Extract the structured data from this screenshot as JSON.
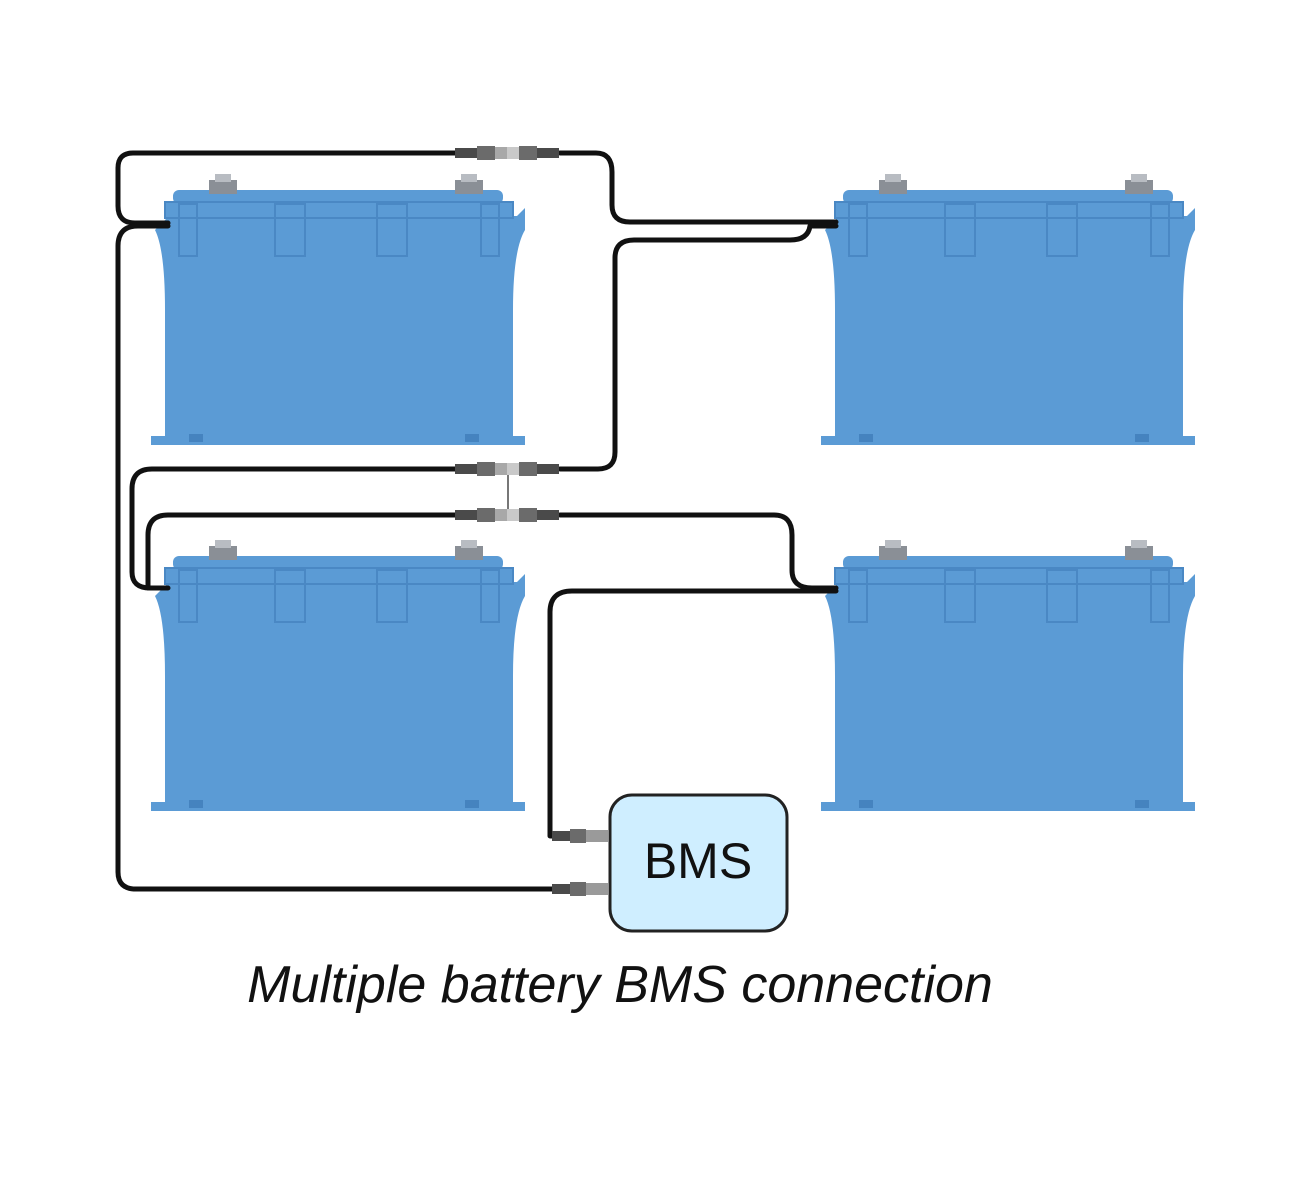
{
  "diagram": {
    "bms_label": "BMS",
    "caption": "Multiple battery BMS connection"
  },
  "colors": {
    "battery_body": "#5b9bd5",
    "battery_edge": "#4a88c4",
    "battery_dark": "#4583bf",
    "cable": "#111111",
    "bms_fill": "#cfeeff",
    "bms_stroke": "#222222"
  },
  "batteries": [
    {
      "name": "battery-top-left"
    },
    {
      "name": "battery-top-right"
    },
    {
      "name": "battery-bottom-left"
    },
    {
      "name": "battery-bottom-right"
    }
  ]
}
